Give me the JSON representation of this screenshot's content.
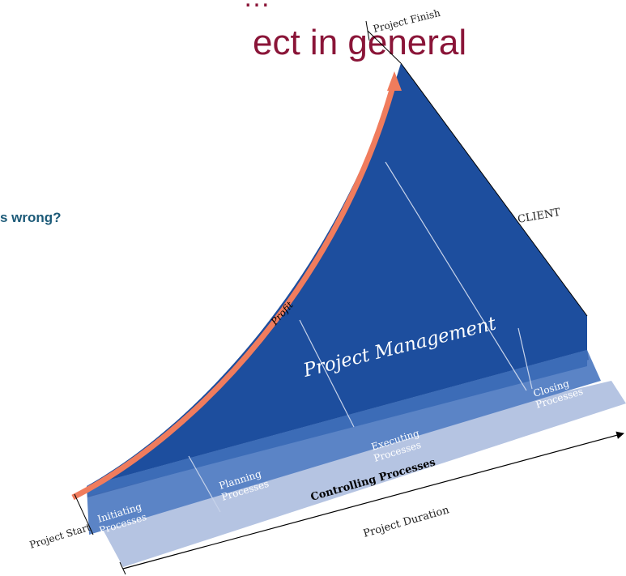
{
  "slide": {
    "top_word": "…",
    "title": "ect in general",
    "question": "s wrong?"
  },
  "diagram": {
    "project_finish": "Project Finish",
    "project_start": "Project Start",
    "project_duration": "Project Duration",
    "client": "CLIENT",
    "profit": "Profit",
    "project_management": "Project Management",
    "controlling": "Controlling Processes",
    "initiating": [
      "Initiating",
      "Processes"
    ],
    "planning": [
      "Planning",
      "Processes"
    ],
    "executing": [
      "Executing",
      "Processes"
    ],
    "closing": [
      "Closing",
      "Processes"
    ]
  },
  "colors": {
    "title": "#8a1538",
    "question": "#1c5a78",
    "main_blue": "#1d4e9e",
    "edge_blue": "#3c6cb7",
    "base_blue": "#4f7bc0",
    "base_light": "#b5c4e2",
    "profit_arrow": "#f07c5d"
  }
}
